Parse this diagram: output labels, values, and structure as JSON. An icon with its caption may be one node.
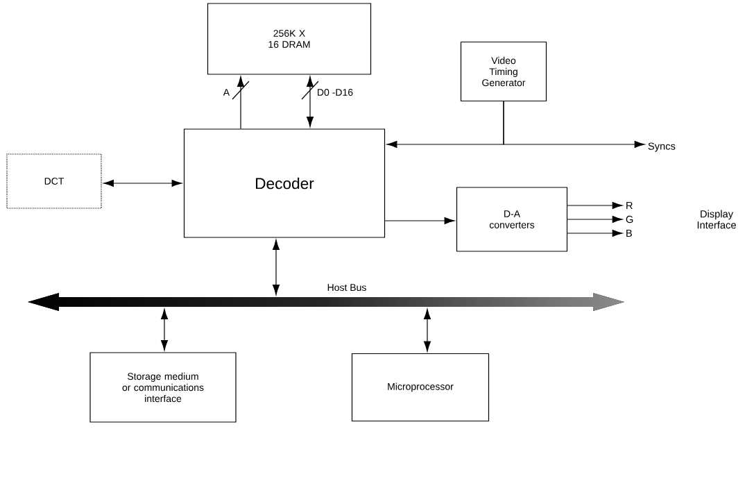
{
  "diagram": {
    "nodes": [
      {
        "text": [
          "256K X 16 DRAM"
        ]
      },
      {
        "text": [
          "Video Timing Generator"
        ]
      },
      {
        "text": [
          "DCT"
        ]
      },
      {
        "text": [
          "Decoder"
        ]
      },
      {
        "text": [
          "D-A converters"
        ]
      },
      {
        "text": [
          "Syncs"
        ]
      },
      {
        "text": [
          "R"
        ]
      },
      {
        "text": [
          "G"
        ]
      },
      {
        "text": [
          "B"
        ]
      },
      {
        "text": [
          "Host Bus"
        ]
      },
      {
        "text": [
          "Storage medium or communications interface"
        ]
      },
      {
        "text": [
          "Microprocessor"
        ]
      }
    ],
    "edges": [
      {
        "from": 3,
        "to": 0,
        "arrow": "to",
        "label": "A"
      },
      {
        "from": 0,
        "to": 3,
        "arrow": "both",
        "label": "D0 -D16"
      },
      {
        "from": 2,
        "to": 3,
        "arrow": "both"
      },
      {
        "from": 1,
        "to": 3,
        "arrow": "to"
      },
      {
        "from": 1,
        "to": 5,
        "arrow": "to"
      },
      {
        "from": 3,
        "to": 4,
        "arrow": "to"
      },
      {
        "from": 4,
        "to": 6,
        "arrow": "to"
      },
      {
        "from": 4,
        "to": 7,
        "arrow": "to"
      },
      {
        "from": 4,
        "to": 8,
        "arrow": "to"
      },
      {
        "from": 3,
        "to": 9,
        "arrow": "both"
      },
      {
        "from": 9,
        "to": 10,
        "arrow": "both"
      },
      {
        "from": 9,
        "to": 11,
        "arrow": "both"
      }
    ],
    "labels": [
      "Display Interface"
    ]
  }
}
